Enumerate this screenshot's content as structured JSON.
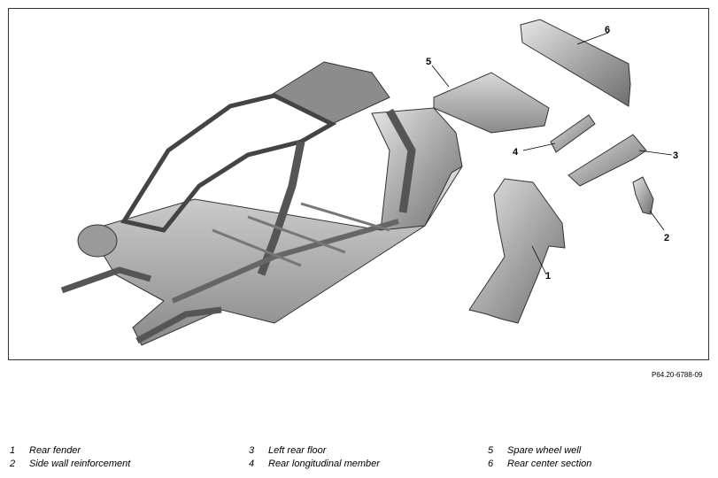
{
  "figure_ref": "P64.20-6788-09",
  "callouts": [
    "1",
    "2",
    "3",
    "4",
    "5",
    "6"
  ],
  "legend": [
    {
      "num": "1",
      "text": "Rear fender"
    },
    {
      "num": "2",
      "text": "Side wall reinforcement"
    },
    {
      "num": "3",
      "text": "Left rear floor"
    },
    {
      "num": "4",
      "text": "Rear longitudinal member"
    },
    {
      "num": "5",
      "text": "Spare wheel well"
    },
    {
      "num": "6",
      "text": "Rear center section"
    }
  ]
}
